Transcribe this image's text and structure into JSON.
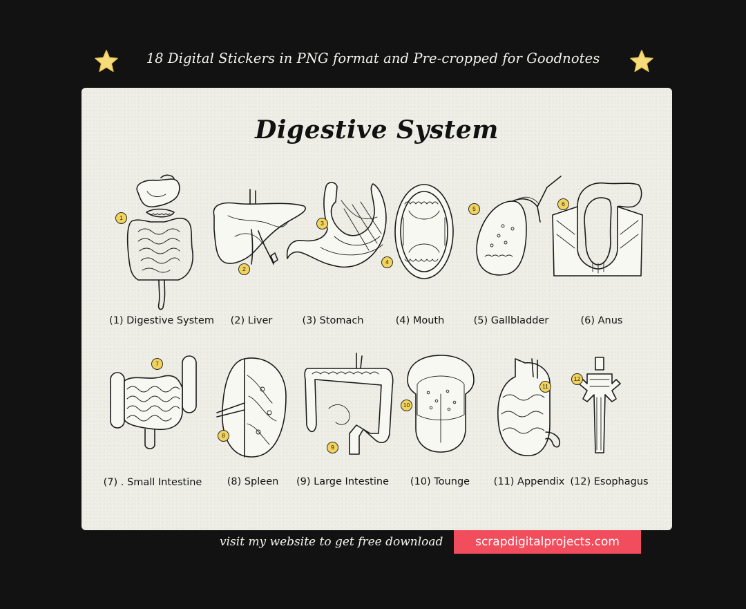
{
  "header": {
    "tagline": "18 Digital Stickers in PNG format and Pre-cropped for Goodnotes",
    "star_color": "#f7dc7a"
  },
  "card": {
    "title": "Digestive System",
    "background": "#efefe8",
    "badge_color": "#f2d45c",
    "stickers": [
      {
        "number": "1",
        "caption": "(1)  Digestive System",
        "icon": "digestive-system-icon"
      },
      {
        "number": "2",
        "caption": "(2)  Liver",
        "icon": "liver-icon"
      },
      {
        "number": "3",
        "caption": "(3)  Stomach",
        "icon": "stomach-icon"
      },
      {
        "number": "4",
        "caption": "(4)  Mouth",
        "icon": "mouth-icon"
      },
      {
        "number": "5",
        "caption": "(5) Gallbladder",
        "icon": "gallbladder-icon"
      },
      {
        "number": "6",
        "caption": "(6)  Anus",
        "icon": "anus-icon"
      },
      {
        "number": "7",
        "caption": "(7) . Small Intestine",
        "icon": "small-intestine-icon"
      },
      {
        "number": "8",
        "caption": "(8)  Spleen",
        "icon": "spleen-icon"
      },
      {
        "number": "9",
        "caption": "(9)  Large Intestine",
        "icon": "large-intestine-icon"
      },
      {
        "number": "10",
        "caption": "(10)  Tounge",
        "icon": "tongue-icon"
      },
      {
        "number": "11",
        "caption": "(11)  Appendix",
        "icon": "appendix-icon"
      },
      {
        "number": "12",
        "caption": "(12) Esophagus",
        "icon": "esophagus-icon"
      }
    ]
  },
  "footer": {
    "text": "visit my website to get free download",
    "website": "scrapdigitalprojects.com",
    "website_color": "#f24d5c"
  }
}
